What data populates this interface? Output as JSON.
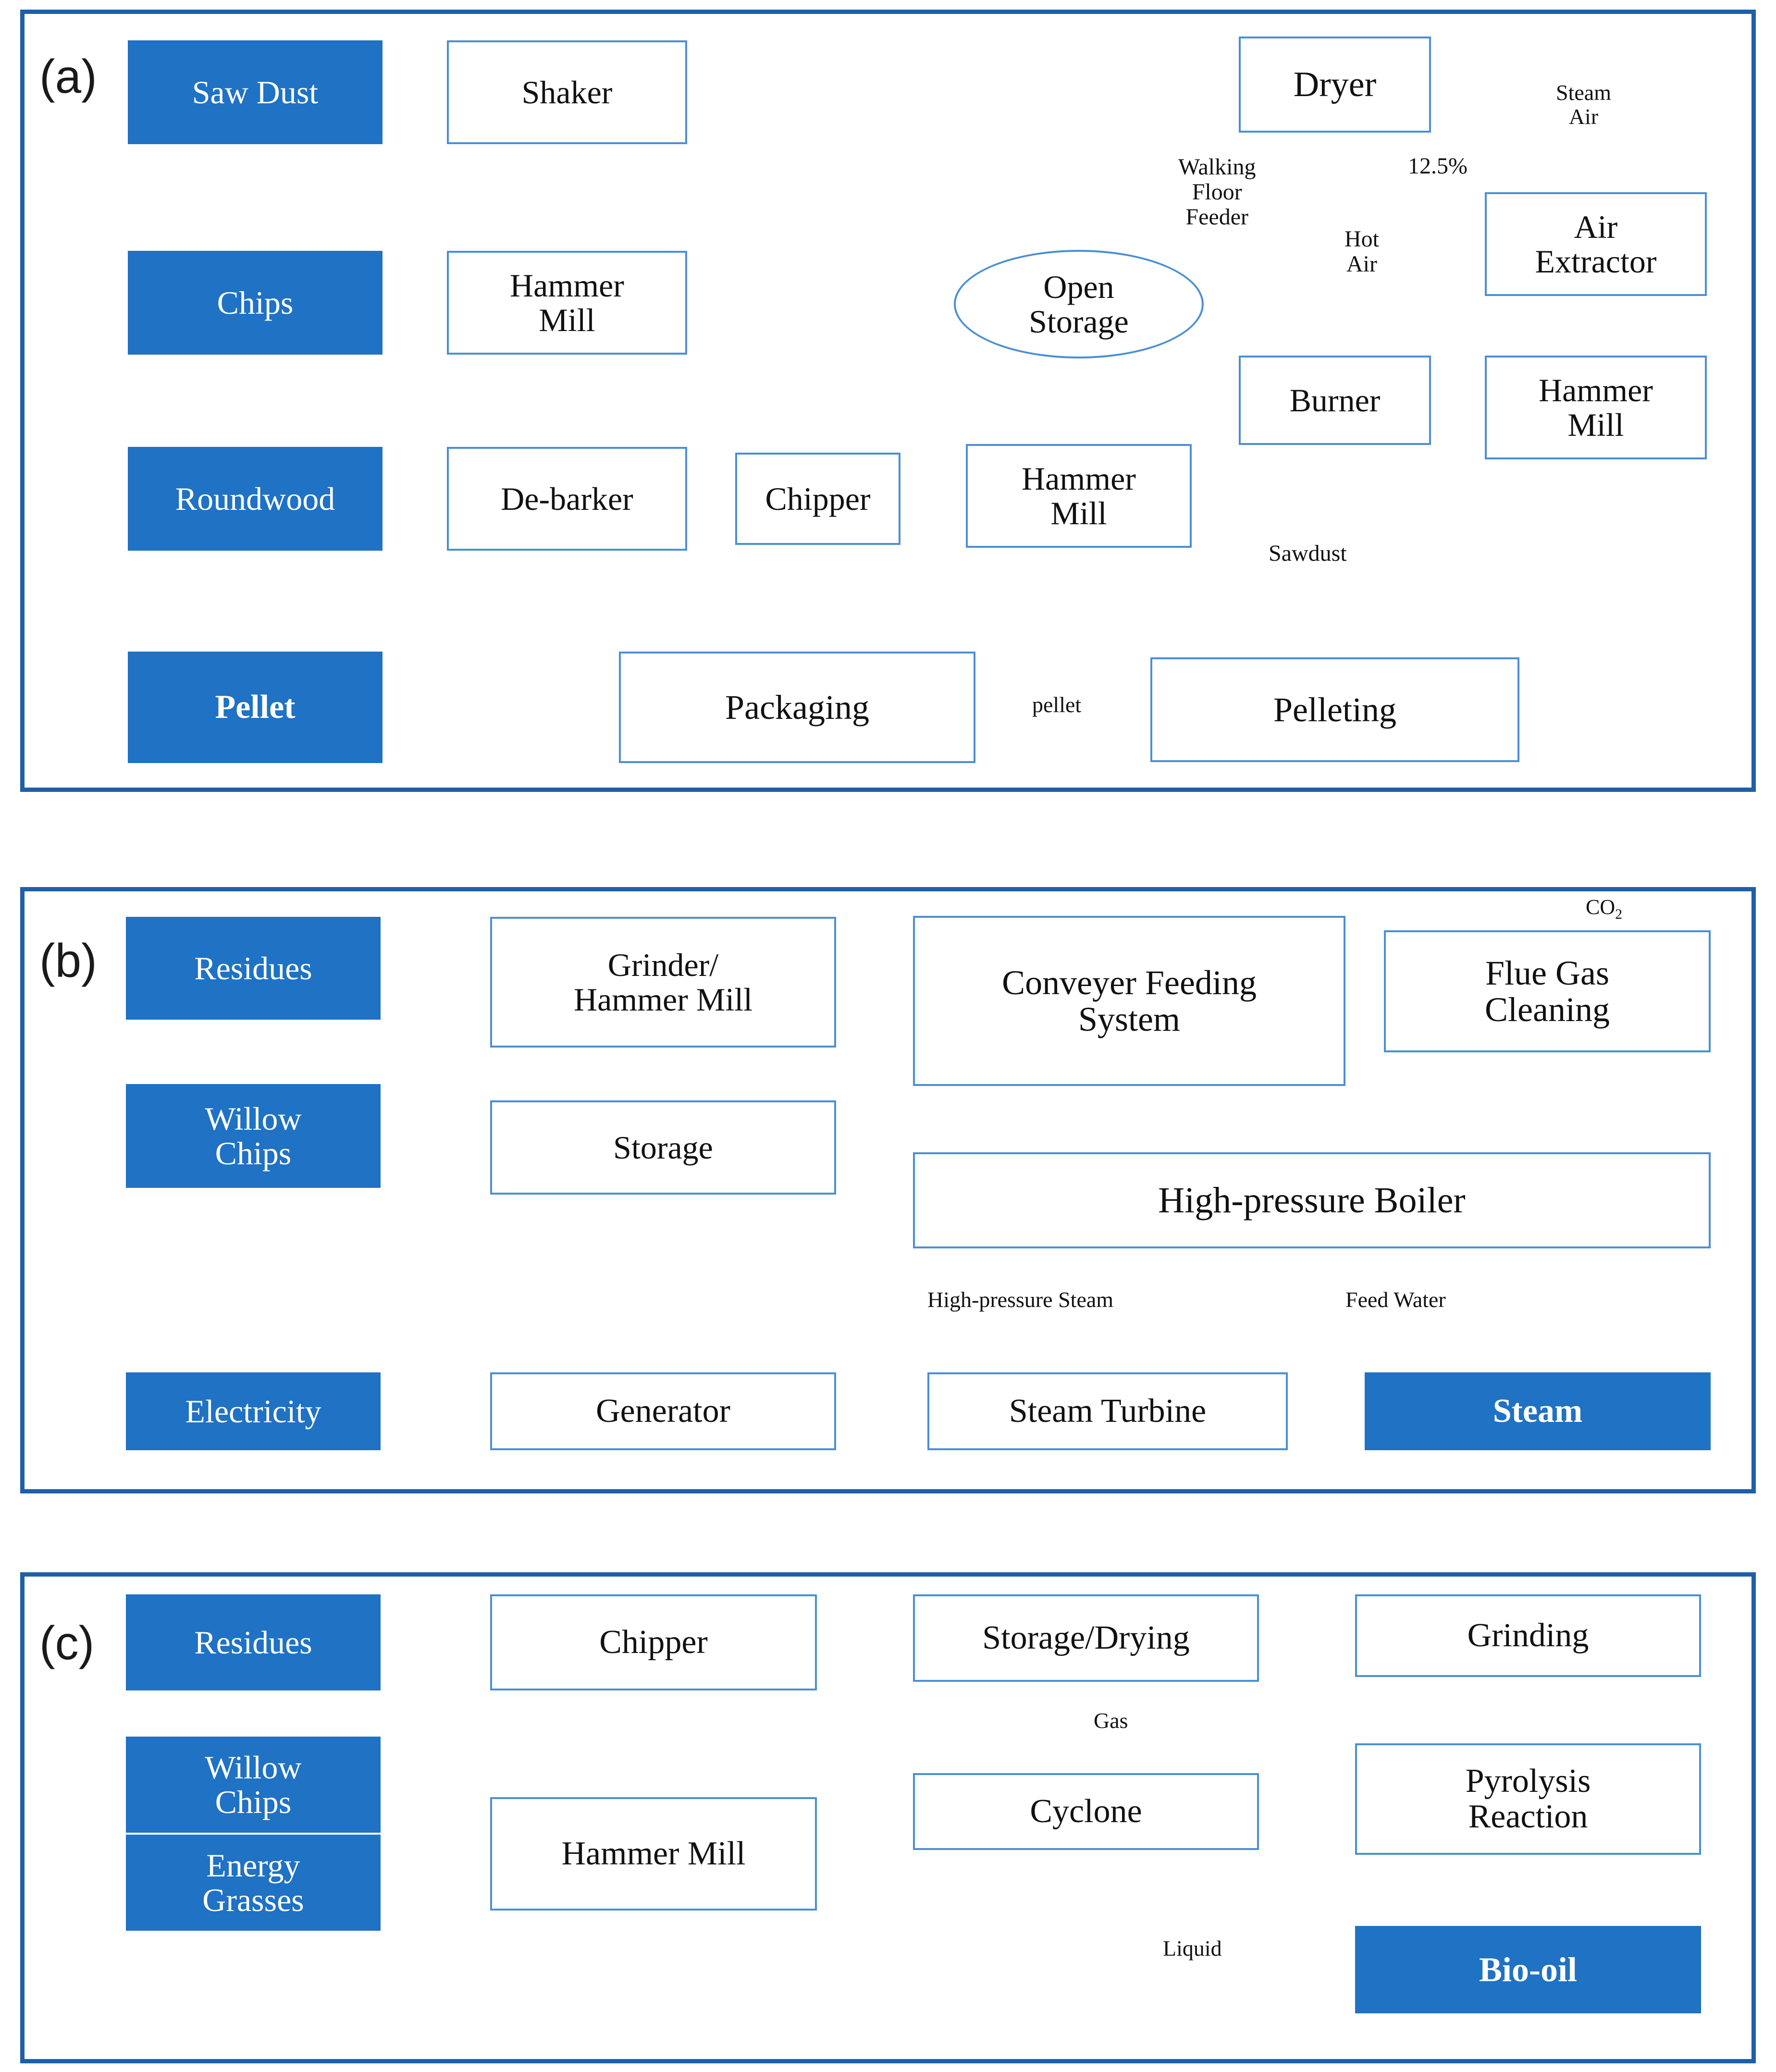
{
  "figure": {
    "type": "process-flow-diagram",
    "panels": [
      {
        "id": "a",
        "label": "(a)",
        "title": "Pellet production process",
        "nodes": [
          {
            "id": "saw-dust",
            "label": "Saw Dust",
            "kind": "source"
          },
          {
            "id": "shaker",
            "label": "Shaker",
            "kind": "process"
          },
          {
            "id": "chips",
            "label": "Chips",
            "kind": "source"
          },
          {
            "id": "hammer-mill-chips",
            "label": "Hammer\nMill",
            "kind": "process"
          },
          {
            "id": "roundwood",
            "label": "Roundwood",
            "kind": "source"
          },
          {
            "id": "de-barker",
            "label": "De-barker",
            "kind": "process"
          },
          {
            "id": "chipper",
            "label": "Chipper",
            "kind": "process"
          },
          {
            "id": "hammer-mill-round",
            "label": "Hammer\nMill",
            "kind": "process"
          },
          {
            "id": "open-storage",
            "label": "Open\nStorage",
            "kind": "ellipse"
          },
          {
            "id": "dryer",
            "label": "Dryer",
            "kind": "process"
          },
          {
            "id": "burner",
            "label": "Burner",
            "kind": "process"
          },
          {
            "id": "air-extractor",
            "label": "Air\nExtractor",
            "kind": "process"
          },
          {
            "id": "hammer-mill-air",
            "label": "Hammer\nMill",
            "kind": "process"
          },
          {
            "id": "pelleting",
            "label": "Pelleting",
            "kind": "process"
          },
          {
            "id": "packaging",
            "label": "Packaging",
            "kind": "process"
          },
          {
            "id": "pellet",
            "label": "Pellet",
            "kind": "source",
            "bold": true
          }
        ],
        "edge_labels": [
          {
            "id": "walking-floor-feeder",
            "text": "Walking\nFloor\nFeeder"
          },
          {
            "id": "hot-air",
            "text": "Hot\nAir"
          },
          {
            "id": "moisture-pct",
            "text": "12.5%"
          },
          {
            "id": "steam-air",
            "text": "Steam\nAir"
          },
          {
            "id": "sawdust",
            "text": "Sawdust"
          },
          {
            "id": "pellet-stream",
            "text": "pellet"
          }
        ]
      },
      {
        "id": "b",
        "label": "(b)",
        "title": "Combined heat and power process",
        "nodes": [
          {
            "id": "residues",
            "label": "Residues",
            "kind": "source"
          },
          {
            "id": "grinder-hammer-mill",
            "label": "Grinder/\nHammer Mill",
            "kind": "process"
          },
          {
            "id": "willow-chips",
            "label": "Willow\nChips",
            "kind": "source"
          },
          {
            "id": "storage",
            "label": "Storage",
            "kind": "process"
          },
          {
            "id": "conveyer-feeding-system",
            "label": "Conveyer Feeding\nSystem",
            "kind": "process"
          },
          {
            "id": "flue-gas-cleaning",
            "label": "Flue Gas\nCleaning",
            "kind": "process"
          },
          {
            "id": "high-pressure-boiler",
            "label": "High-pressure Boiler",
            "kind": "process"
          },
          {
            "id": "steam-turbine",
            "label": "Steam Turbine",
            "kind": "process"
          },
          {
            "id": "generator",
            "label": "Generator",
            "kind": "process"
          },
          {
            "id": "electricity",
            "label": "Electricity",
            "kind": "source"
          },
          {
            "id": "steam",
            "label": "Steam",
            "kind": "source",
            "bold": true
          }
        ],
        "edge_labels": [
          {
            "id": "co2",
            "text": "CO",
            "sub": "2"
          },
          {
            "id": "high-pressure-steam",
            "text": "High-pressure Steam"
          },
          {
            "id": "feed-water",
            "text": "Feed Water"
          }
        ]
      },
      {
        "id": "c",
        "label": "(c)",
        "title": "Fast pyrolysis bio-oil process",
        "nodes": [
          {
            "id": "residues-c",
            "label": "Residues",
            "kind": "source"
          },
          {
            "id": "chipper-c",
            "label": "Chipper",
            "kind": "process"
          },
          {
            "id": "willow-chips-c",
            "label": "Willow\nChips",
            "kind": "source"
          },
          {
            "id": "energy-grasses",
            "label": "Energy\nGrasses",
            "kind": "source"
          },
          {
            "id": "hammer-mill-c",
            "label": "Hammer Mill",
            "kind": "process"
          },
          {
            "id": "storage-drying",
            "label": "Storage/Drying",
            "kind": "process"
          },
          {
            "id": "grinding",
            "label": "Grinding",
            "kind": "process"
          },
          {
            "id": "pyrolysis-reaction",
            "label": "Pyrolysis\nReaction",
            "kind": "process"
          },
          {
            "id": "cyclone",
            "label": "Cyclone",
            "kind": "process"
          },
          {
            "id": "bio-oil",
            "label": "Bio-oil",
            "kind": "source",
            "bold": true
          }
        ],
        "edge_labels": [
          {
            "id": "gas",
            "text": "Gas"
          },
          {
            "id": "liquid",
            "text": "Liquid"
          }
        ]
      }
    ],
    "colors": {
      "source_fill": "#1f72c4",
      "source_text": "#ffffff",
      "process_border": "#4a8fd4",
      "panel_border": "#1f5fa8",
      "connector": "#4a8fd4",
      "background": "#ffffff"
    }
  }
}
